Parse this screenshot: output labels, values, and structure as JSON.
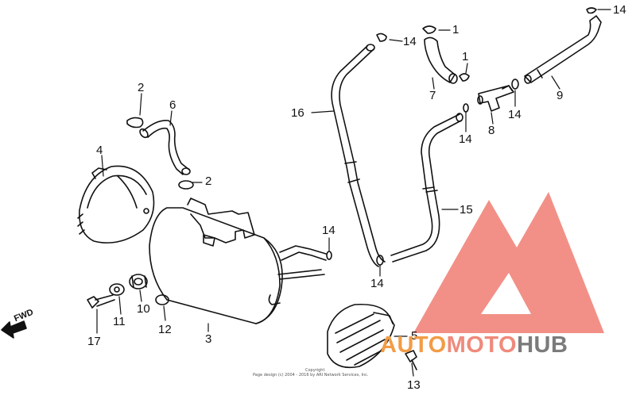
{
  "diagram": {
    "labels": [
      {
        "id": "l1a",
        "text": "1"
      },
      {
        "id": "l1b",
        "text": "1"
      },
      {
        "id": "l2a",
        "text": "2"
      },
      {
        "id": "l2b",
        "text": "2"
      },
      {
        "id": "l3",
        "text": "3"
      },
      {
        "id": "l4",
        "text": "4"
      },
      {
        "id": "l5",
        "text": "5"
      },
      {
        "id": "l6",
        "text": "6"
      },
      {
        "id": "l7",
        "text": "7"
      },
      {
        "id": "l8",
        "text": "8"
      },
      {
        "id": "l9",
        "text": "9"
      },
      {
        "id": "l10",
        "text": "10"
      },
      {
        "id": "l11",
        "text": "11"
      },
      {
        "id": "l12",
        "text": "12"
      },
      {
        "id": "l13",
        "text": "13"
      },
      {
        "id": "l14a",
        "text": "14"
      },
      {
        "id": "l14b",
        "text": "14"
      },
      {
        "id": "l14c",
        "text": "14"
      },
      {
        "id": "l14d",
        "text": "14"
      },
      {
        "id": "l14e",
        "text": "14"
      },
      {
        "id": "l14f",
        "text": "14"
      },
      {
        "id": "l15",
        "text": "15"
      },
      {
        "id": "l16",
        "text": "16"
      },
      {
        "id": "l17",
        "text": "17"
      }
    ],
    "fwd_label": "FWD",
    "copyright_line1": "Copyright",
    "copyright_line2": "Page design (c) 2004 - 2016 by ARI Network Services, Inc.",
    "watermark": {
      "part1": "AUTO",
      "part2": "MOTO",
      "part3": "HUB",
      "color_auto": "#f29c45",
      "color_moto": "#ef8a7c",
      "color_hub": "#7b7b7b",
      "color_logo": "#ee6b5f"
    },
    "line_color": "#111111"
  }
}
